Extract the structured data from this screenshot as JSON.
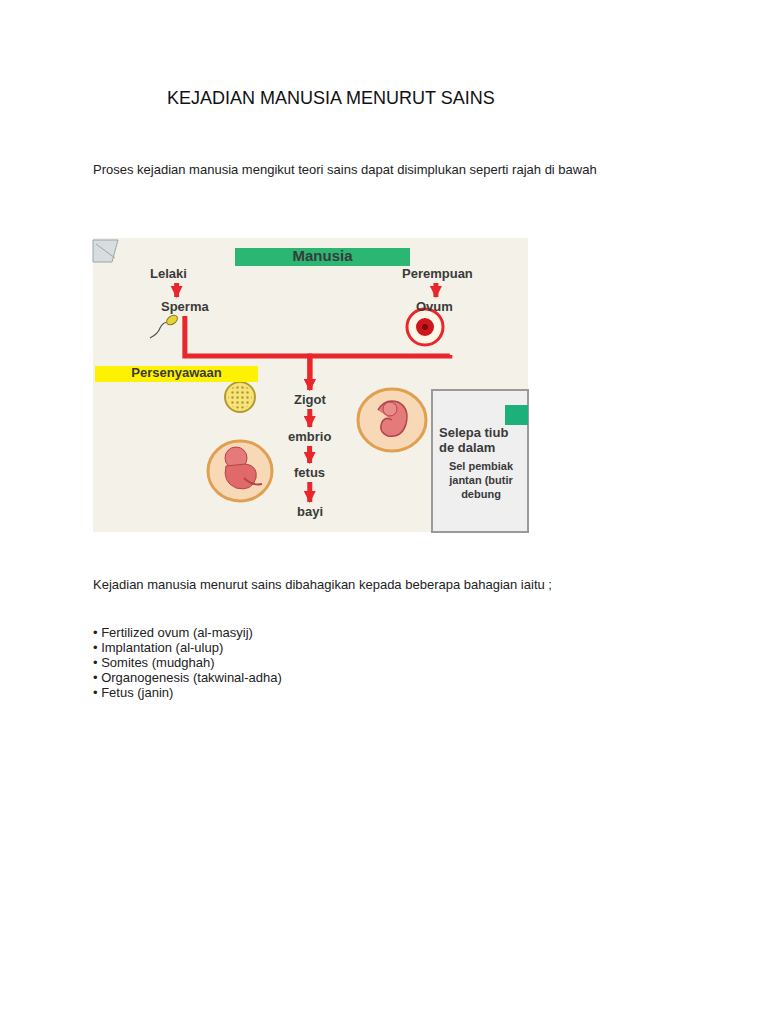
{
  "diagram": {
    "title": "KEJADIAN MANUSIA MENURUT SAINS",
    "nodes": [
      {
        "text": [
          "Manusia"
        ]
      },
      {
        "text": [
          "Lelaki"
        ]
      },
      {
        "text": [
          "Perempuan"
        ]
      },
      {
        "text": [
          "Sperma"
        ]
      },
      {
        "text": [
          "Ovum"
        ]
      },
      {
        "text": [
          "Persenyawaan"
        ]
      },
      {
        "text": [
          "Zigot"
        ]
      },
      {
        "text": [
          "embrio"
        ]
      },
      {
        "text": [
          "fetus"
        ]
      },
      {
        "text": [
          "bayi"
        ]
      },
      {
        "text": [
          "Selepa tiub de dalam",
          "Sel pembiak jantan (butir debung"
        ]
      }
    ],
    "edges": [
      {
        "from": 1,
        "to": 3,
        "arrow": "to"
      },
      {
        "from": 2,
        "to": 4,
        "arrow": "to"
      },
      {
        "from": 3,
        "to": 6,
        "arrow": "to"
      },
      {
        "from": 4,
        "to": 6,
        "arrow": "to"
      },
      {
        "from": 6,
        "to": 7,
        "arrow": "to"
      },
      {
        "from": 7,
        "to": 8,
        "arrow": "to"
      },
      {
        "from": 8,
        "to": 9,
        "arrow": "to"
      }
    ],
    "labels": [
      "Proses kejadian manusia mengikut teori sains dapat disimplukan seperti rajah di bawah",
      "Kejadian manusia menurut sains dibahagikan kepada beberapa bahagian iaitu ;",
      "• Fertilized ovum (al-masyij)",
      "• Implantation (al-ulup)",
      "• Somites (mudghah)",
      "• Organogenesis (takwinal-adha)",
      "• Fetus (janin)"
    ]
  }
}
